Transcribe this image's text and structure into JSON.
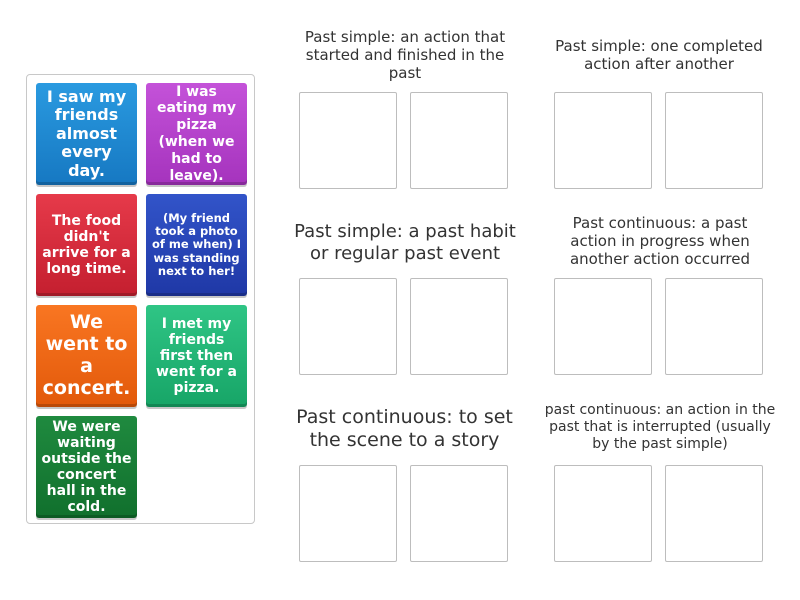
{
  "cards": [
    {
      "text": "I saw my friends almost every day.",
      "color": "#1f89d6"
    },
    {
      "text": "I was eating my pizza (when we had to leave).",
      "color": "#b843cc"
    },
    {
      "text": "The food didn't arrive for a long time.",
      "color": "#d92a3b"
    },
    {
      "text": "(My friend took a photo of me when) I was standing next to her!",
      "color": "#2946b8"
    },
    {
      "text": "We went to a concert.",
      "color": "#f06a17"
    },
    {
      "text": "I met my friends first then went for a pizza.",
      "color": "#22b574"
    },
    {
      "text": "We were waiting outside the concert hall in the cold.",
      "color": "#187d36"
    }
  ],
  "groups": [
    {
      "title": "Past simple: an action that started and finished in the past"
    },
    {
      "title": "Past simple: one completed action after another"
    },
    {
      "title": "Past simple: a past habit or regular past event"
    },
    {
      "title": "Past continuous: a past action in progress when another action occurred"
    },
    {
      "title": "Past continuous: to set the scene to a story"
    },
    {
      "title": "past continuous: an action in the past that is interrupted (usually by the past simple)"
    }
  ]
}
